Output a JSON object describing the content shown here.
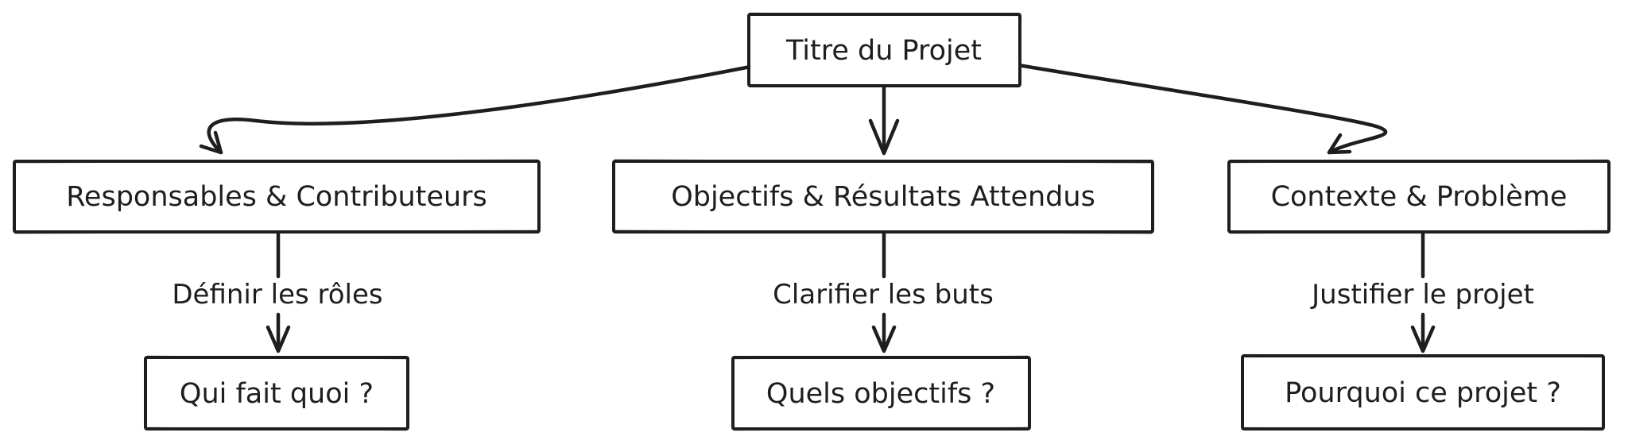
{
  "canvas": {
    "background": "#ffffff",
    "stroke_color": "#1e1e1e",
    "box_fill": "#ffffff"
  },
  "nodes": {
    "root": {
      "label": "Titre du Projet"
    },
    "branch1": {
      "label": "Responsables & Contributeurs"
    },
    "branch2": {
      "label": "Objectifs & Résultats Attendus"
    },
    "branch3": {
      "label": "Contexte & Problème"
    },
    "leaf1": {
      "label": "Qui fait quoi ?"
    },
    "leaf2": {
      "label": "Quels objectifs ?"
    },
    "leaf3": {
      "label": "Pourquoi ce projet ?"
    }
  },
  "edges": {
    "branch1_leaf1": {
      "label": "Définir les rôles"
    },
    "branch2_leaf2": {
      "label": "Clarifier les buts"
    },
    "branch3_leaf3": {
      "label": "Justifier le projet"
    }
  }
}
